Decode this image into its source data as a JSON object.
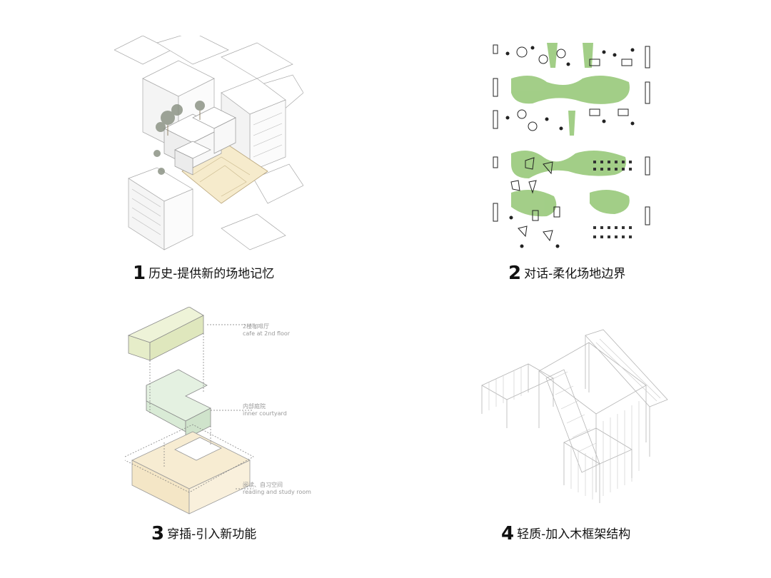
{
  "panels": [
    {
      "number": "1",
      "caption": "历史-提供新的场地记忆"
    },
    {
      "number": "2",
      "caption": "对话-柔化场地边界"
    },
    {
      "number": "3",
      "caption": "穿插-引入新功能"
    },
    {
      "number": "4",
      "caption": "轻质-加入木框架结构"
    }
  ],
  "diagram3_labels": {
    "cafe_zh": "2楼咖啡厅",
    "cafe_en": "cafe at 2nd floor",
    "courtyard_zh": "内部庭院",
    "courtyard_en": "inner courtyard",
    "reading_zh": "阅读、自习空间",
    "reading_en": "reading and study room"
  },
  "colors": {
    "cafe_volume": "#e6edc9",
    "courtyard_volume": "#d9ebd6",
    "reading_volume": "#f7ecd2",
    "vegetation": "#8cc26a",
    "line": "#9a9a9a"
  }
}
